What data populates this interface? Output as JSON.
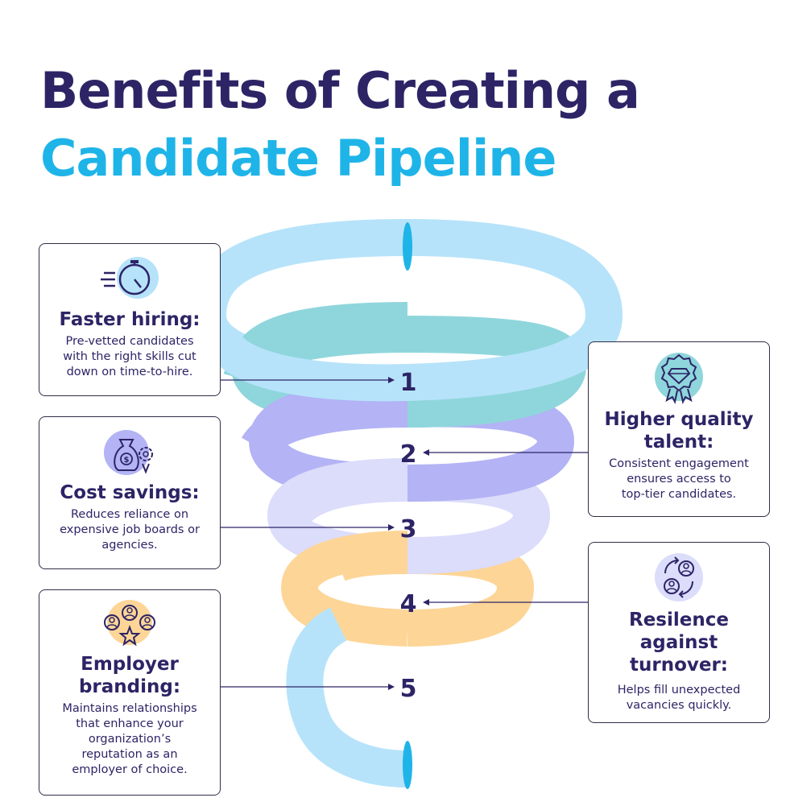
{
  "title": {
    "line1": "Benefits of Creating a",
    "line2": "Candidate Pipeline"
  },
  "colors": {
    "navy": "#2d2466",
    "cyan": "#1fb4e8",
    "light_blue": "#b6e3fa",
    "teal": "#8fd6dc",
    "purple": "#b3b3f5",
    "lavender": "#dcdcfb",
    "orange": "#fdd597"
  },
  "steps": [
    {
      "number": "1",
      "heading": "Faster hiring:",
      "text": [
        "Pre-vetted candidates",
        "with the right skills cut",
        "down on time-to-hire."
      ],
      "icon": "stopwatch-icon"
    },
    {
      "number": "2",
      "heading": "Higher quality talent:",
      "heading_lines": [
        "Higher quality",
        "talent:"
      ],
      "text": [
        "Consistent engagement",
        "ensures access to",
        "top-tier candidates."
      ],
      "icon": "diamond-badge-icon"
    },
    {
      "number": "3",
      "heading": "Cost savings:",
      "text": [
        "Reduces reliance on",
        "expensive job boards or",
        "agencies."
      ],
      "icon": "money-bag-icon"
    },
    {
      "number": "4",
      "heading": "Resilence against turnover:",
      "heading_lines": [
        "Resilence",
        "against",
        "turnover:"
      ],
      "text": [
        "Helps fill unexpected",
        "vacancies quickly."
      ],
      "icon": "people-cycle-icon"
    },
    {
      "number": "5",
      "heading": "Employer branding:",
      "heading_lines": [
        "Employer",
        "branding:"
      ],
      "text": [
        "Maintains relationships",
        "that enhance your",
        "organization’s",
        "reputation as an",
        "employer of choice."
      ],
      "icon": "people-star-icon"
    }
  ]
}
